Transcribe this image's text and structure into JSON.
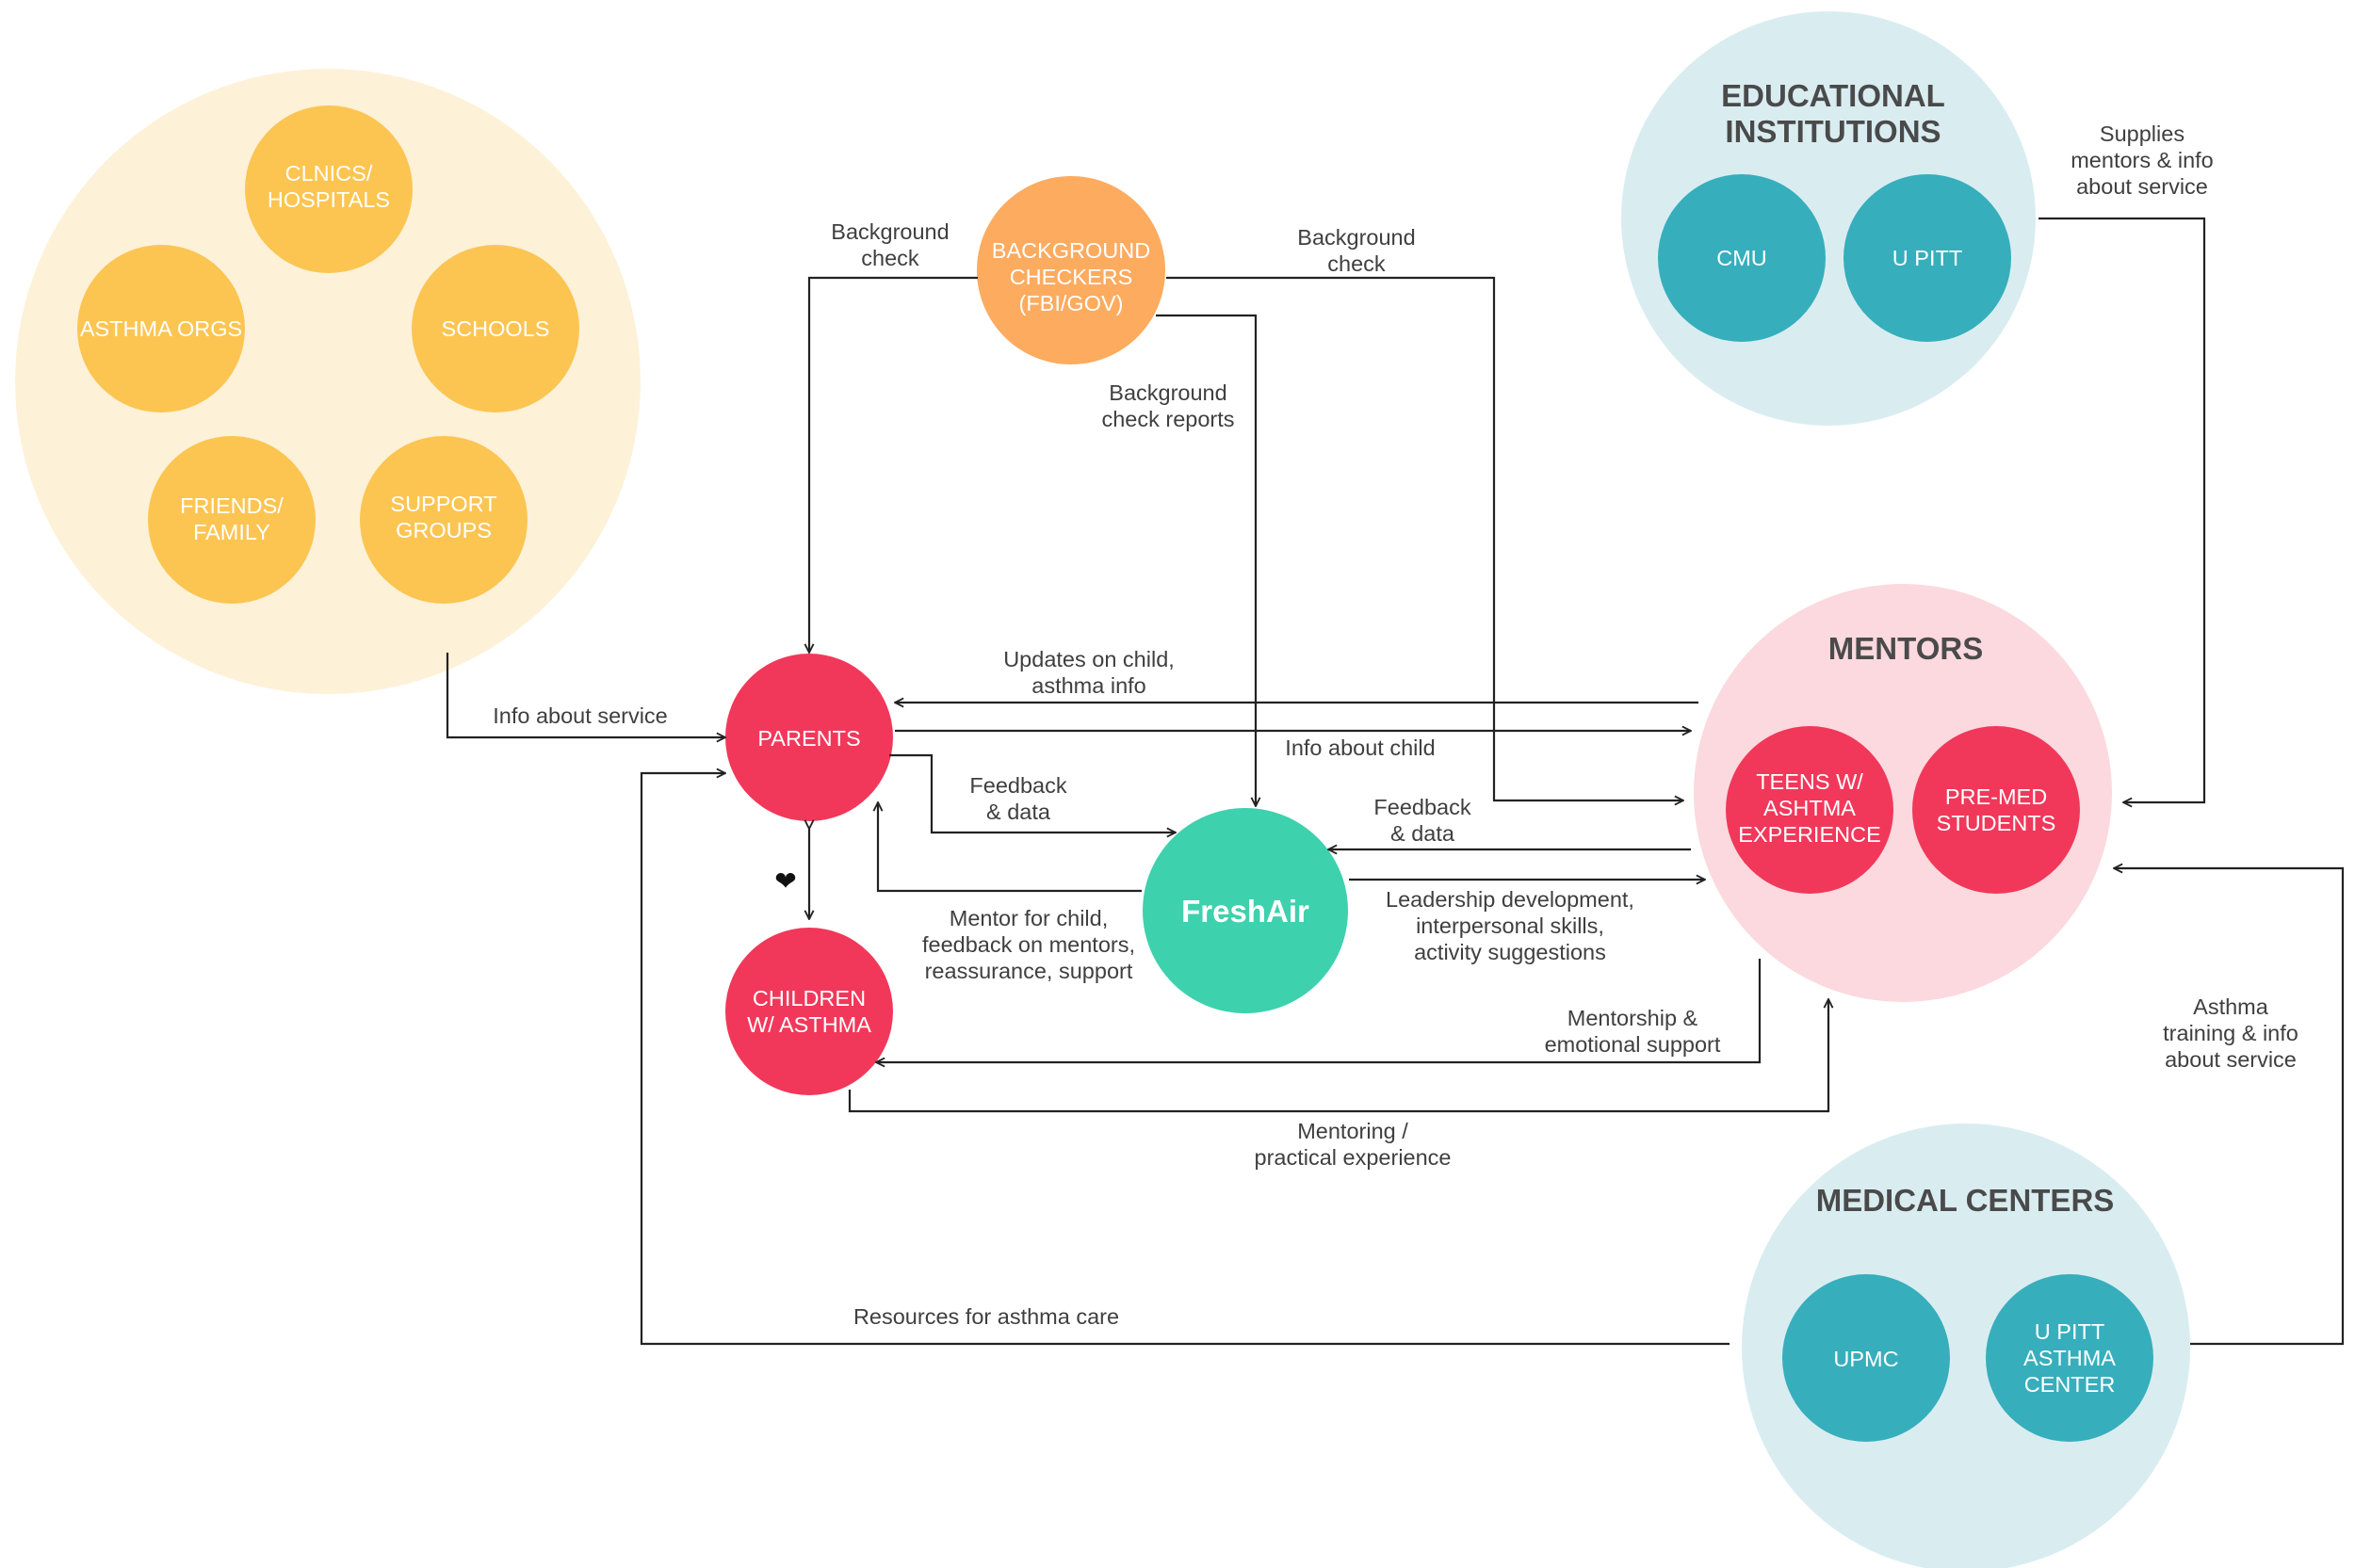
{
  "colors": {
    "community_bg": "#fdf1d8",
    "community_node": "#fcc552",
    "checker_node": "#fdab5f",
    "edu_bg": "#d9edf1",
    "teal_node": "#37aebc",
    "mentors_bg": "#fbd9df",
    "red_node": "#f1385a",
    "freshair": "#3ed1ad",
    "line": "#222222"
  },
  "community": {
    "nodes": [
      {
        "id": "clinics",
        "lines": [
          "CLNICS/",
          "HOSPITALS"
        ]
      },
      {
        "id": "asthma-orgs",
        "lines": [
          "ASTHMA ORGS"
        ]
      },
      {
        "id": "schools",
        "lines": [
          "SCHOOLS"
        ]
      },
      {
        "id": "friends",
        "lines": [
          "FRIENDS/",
          "FAMILY"
        ]
      },
      {
        "id": "support",
        "lines": [
          "SUPPORT",
          "GROUPS"
        ]
      }
    ]
  },
  "checkers": {
    "lines": [
      "BACKGROUND",
      "CHECKERS",
      "(FBI/GOV)"
    ]
  },
  "education": {
    "title": [
      "EDUCATIONAL",
      "INSTITUTIONS"
    ],
    "nodes": [
      {
        "id": "cmu",
        "lines": [
          "CMU"
        ]
      },
      {
        "id": "upitt",
        "lines": [
          "U PITT"
        ]
      }
    ]
  },
  "mentors": {
    "title": "MENTORS",
    "nodes": [
      {
        "id": "teens",
        "lines": [
          "TEENS W/",
          "ASHTMA",
          "EXPERIENCE"
        ]
      },
      {
        "id": "premed",
        "lines": [
          "PRE-MED",
          "STUDENTS"
        ]
      }
    ]
  },
  "medical": {
    "title": "MEDICAL CENTERS",
    "nodes": [
      {
        "id": "upmc",
        "lines": [
          "UPMC"
        ]
      },
      {
        "id": "upitt-asthma",
        "lines": [
          "U PITT",
          "ASTHMA",
          "CENTER"
        ]
      }
    ]
  },
  "parents": {
    "lines": [
      "PARENTS"
    ]
  },
  "children": {
    "lines": [
      "CHILDREN",
      "W/ ASTHMA"
    ]
  },
  "freshair": {
    "label": "FreshAir"
  },
  "heart": "❤",
  "labels": {
    "bg_check_left": [
      "Background",
      "check"
    ],
    "bg_check_right": [
      "Background",
      "check"
    ],
    "bg_check_reports": [
      "Background",
      "check reports"
    ],
    "supplies_mentors": [
      "Supplies",
      "mentors & info",
      "about service"
    ],
    "info_about_service": [
      "Info about service"
    ],
    "updates_on_child": [
      "Updates on child,",
      "asthma info"
    ],
    "info_about_child": [
      "Info about child"
    ],
    "feedback_parents": [
      "Feedback",
      "& data"
    ],
    "feedback_mentors": [
      "Feedback",
      "& data"
    ],
    "mentor_for_child": [
      "Mentor for child,",
      "feedback on mentors,",
      "reassurance, support"
    ],
    "leadership": [
      "Leadership development,",
      "interpersonal skills,",
      "activity suggestions"
    ],
    "mentorship_emotional": [
      "Mentorship &",
      "emotional support"
    ],
    "mentoring_practical": [
      "Mentoring /",
      "practical experience"
    ],
    "asthma_training": [
      "Asthma",
      "training & info",
      "about service"
    ],
    "resources": [
      "Resources for asthma care"
    ]
  }
}
